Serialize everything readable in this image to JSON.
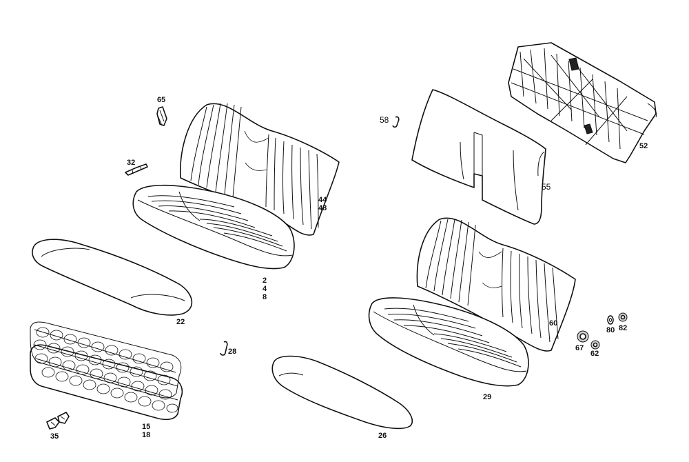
{
  "labels": {
    "p65": "65",
    "p32": "32",
    "p44_48": [
      "44",
      "48"
    ],
    "p2_4_8": [
      "2",
      "4",
      "8"
    ],
    "p22": "22",
    "p28": "28",
    "p15_18": [
      "15",
      "18"
    ],
    "p35": "35",
    "p58": "58",
    "p55": "55",
    "p52": "52",
    "p60": "60",
    "p29": "29",
    "p26": "26",
    "p67": "67",
    "p62": "62",
    "p80": "80",
    "p82": "82"
  }
}
